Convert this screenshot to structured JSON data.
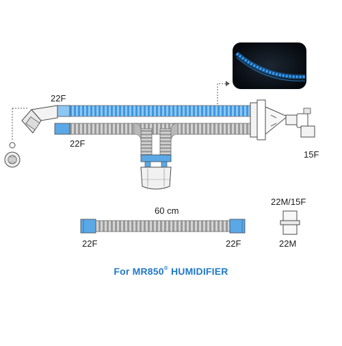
{
  "labels": {
    "top_connector_left": "22F",
    "bottom_connector_left": "22F",
    "wye_outlet": "15F",
    "short_tube_length": "60 cm",
    "short_tube_left_end": "22F",
    "short_tube_right_end": "22F",
    "adapter_top": "22M/15F",
    "adapter_bottom": "22M"
  },
  "caption": {
    "prefix": "For MR850",
    "mark": "®",
    "suffix": " HUMIDIFIER"
  },
  "colors": {
    "heated_wire_blue": "#2f8fe0",
    "tube_grey": "#b9b9b9",
    "cuff_blue": "#5aa8e6",
    "outline": "#4a4a4a",
    "caption_blue": "#1f78c8"
  },
  "icons": [
    "elbow-connector-icon",
    "temperature-probe-icon",
    "humidifier-chamber-icon",
    "wye-connector-icon",
    "straight-adapter-icon",
    "heated-wire-inset-photo"
  ]
}
